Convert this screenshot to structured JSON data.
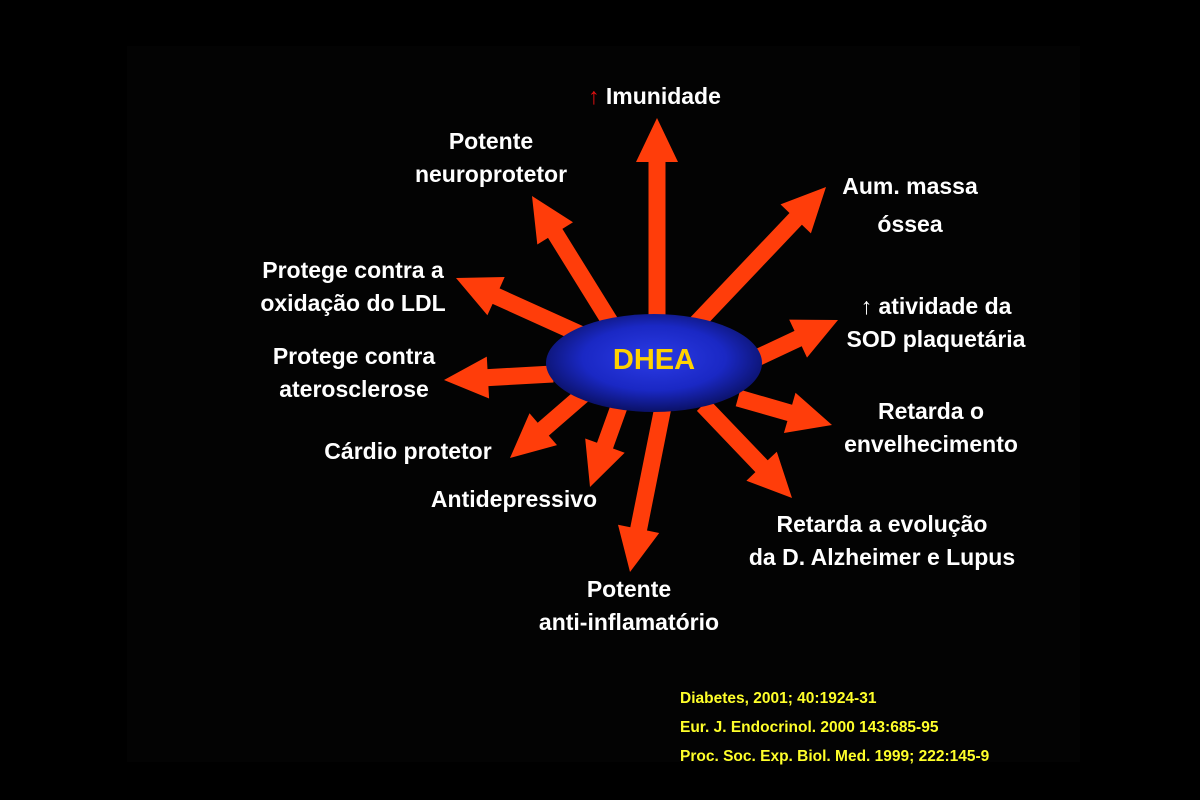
{
  "center": {
    "label": "DHEA"
  },
  "effects": {
    "imunidade": {
      "line1": "Imunidade",
      "up_marker": "↑"
    },
    "neuroprotetor": {
      "line1": "Potente",
      "line2": "neuroprotetor"
    },
    "massa_ossea": {
      "line1": "Aum. massa",
      "line2": "óssea"
    },
    "oxidacao_ldl": {
      "line1": "Protege contra a",
      "line2": "oxidação do LDL"
    },
    "sod": {
      "line1": "atividade da",
      "line2": "SOD plaquetária",
      "up_marker": "↑"
    },
    "aterosclerose": {
      "line1": "Protege contra",
      "line2": "aterosclerose"
    },
    "envelhecimento": {
      "line1": "Retarda o",
      "line2": "envelhecimento"
    },
    "cardio": {
      "line1": "Cárdio protetor"
    },
    "antidepressivo": {
      "line1": "Antidepressivo"
    },
    "alzheimer": {
      "line1": "Retarda a evolução",
      "line2": "da D. Alzheimer e Lupus"
    },
    "anti_inflamatorio": {
      "line1": "Potente",
      "line2": "anti-inflamatório"
    }
  },
  "references": [
    "Diabetes, 2001; 40:1924-31",
    "Eur. J. Endocrinol. 2000 143:685-95",
    "Proc. Soc. Exp. Biol. Med. 1999; 222:145-9"
  ],
  "colors": {
    "background": "#000000",
    "arrow": "#ff3d0a",
    "ellipse_core": "#1f2fd0",
    "ellipse_edge": "#08105e",
    "center_text": "#ffd200",
    "label_text": "#ffffff",
    "reference_text": "#ffff2a",
    "up_arrow_red": "#e01010"
  }
}
